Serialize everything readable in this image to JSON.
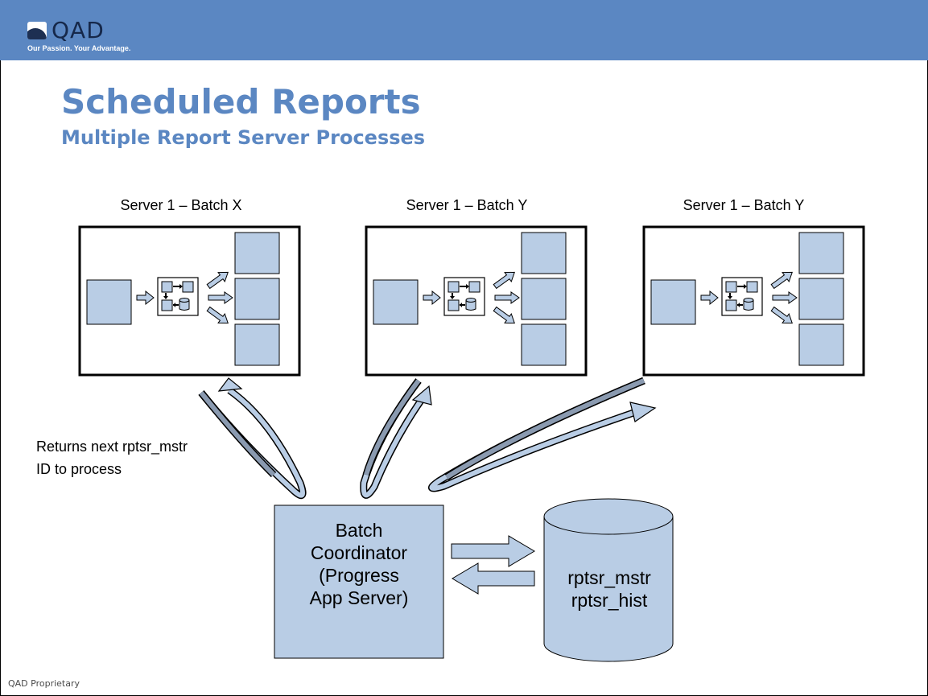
{
  "header": {
    "logo_text": "QAD",
    "tagline": "Our Passion. Your Advantage."
  },
  "title": "Scheduled Reports",
  "subtitle": "Multiple Report Server Processes",
  "servers": [
    {
      "label": "Server 1 – Batch X"
    },
    {
      "label": "Server 1 – Batch Y"
    },
    {
      "label": "Server 1 – Batch Y"
    }
  ],
  "returns_note": {
    "line1": "Returns next rptsr_mstr",
    "line2": "ID to process"
  },
  "coordinator": {
    "line1": "Batch",
    "line2": "Coordinator",
    "line3": "(Progress",
    "line4": "App Server)"
  },
  "database": {
    "line1": "rptsr_mstr",
    "line2": "rptsr_hist"
  },
  "footer": "QAD Proprietary",
  "colors": {
    "header_bar": "#5b87c2",
    "title": "#5b87c2",
    "box_fill": "#b9cde5",
    "dark_arrow": "#8a9ab0"
  }
}
